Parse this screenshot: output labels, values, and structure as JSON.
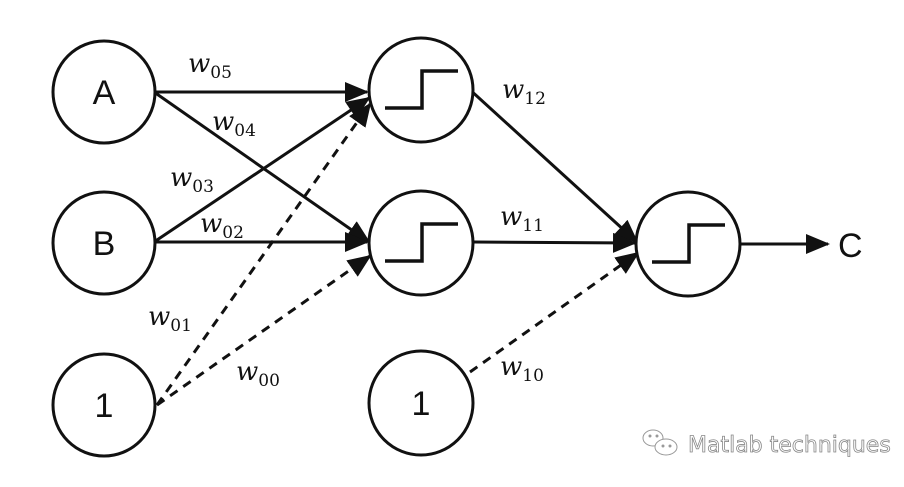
{
  "nodes": {
    "input_a": "A",
    "input_b": "B",
    "input_bias": "1",
    "hidden_bias": "1",
    "output": "C"
  },
  "weights": {
    "w05": {
      "base": "w",
      "sub": "05"
    },
    "w04": {
      "base": "w",
      "sub": "04"
    },
    "w03": {
      "base": "w",
      "sub": "03"
    },
    "w02": {
      "base": "w",
      "sub": "02"
    },
    "w01": {
      "base": "w",
      "sub": "01"
    },
    "w00": {
      "base": "w",
      "sub": "00"
    },
    "w12": {
      "base": "w",
      "sub": "12"
    },
    "w11": {
      "base": "w",
      "sub": "11"
    },
    "w10": {
      "base": "w",
      "sub": "10"
    }
  },
  "watermark": {
    "text": "Matlab techniques",
    "icon": "wechat-icon"
  }
}
